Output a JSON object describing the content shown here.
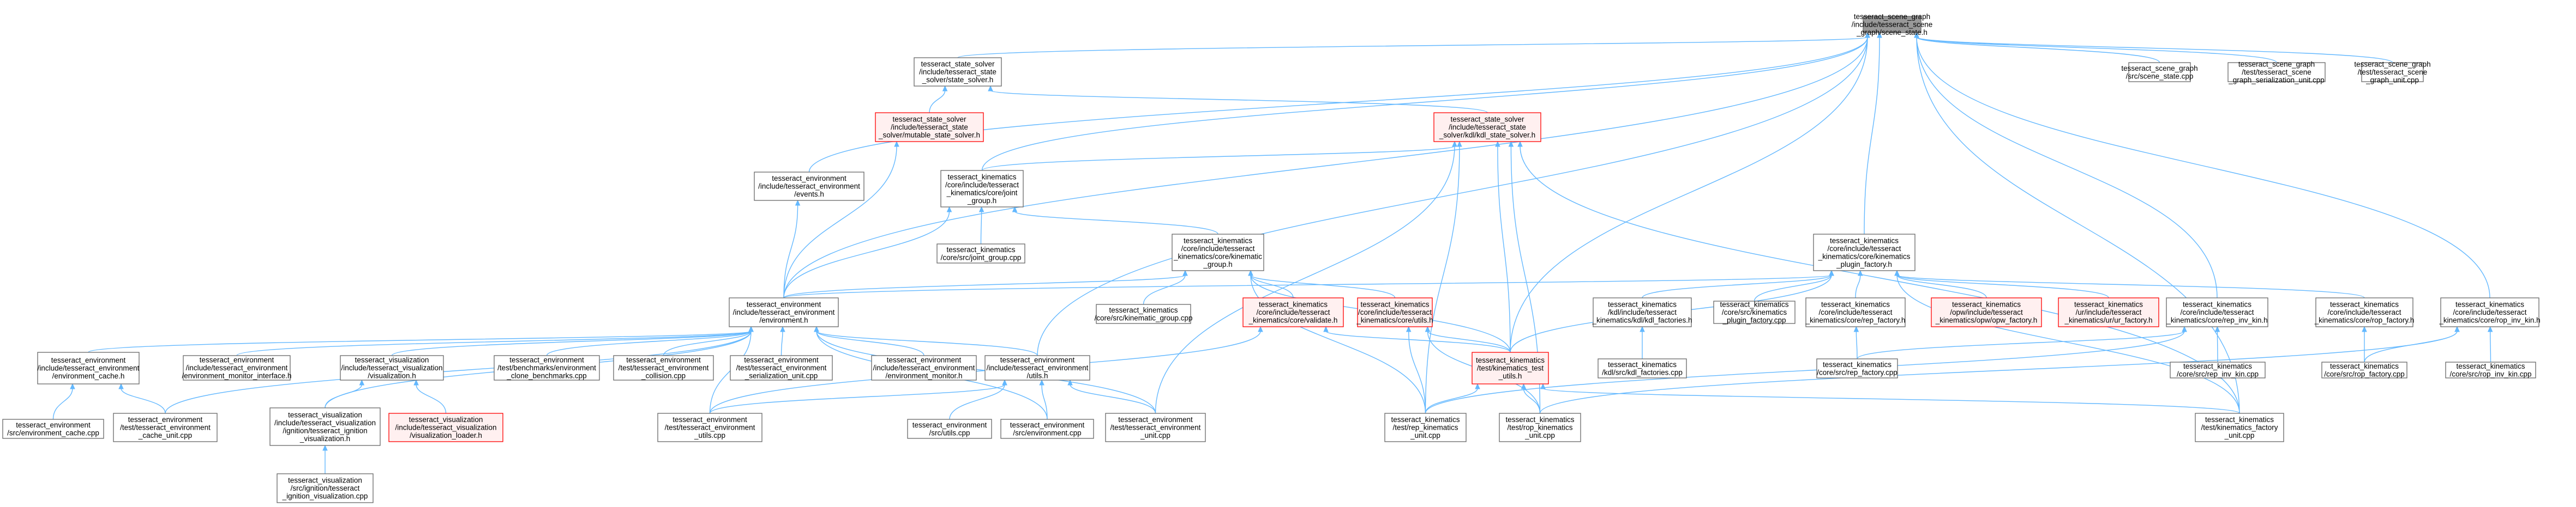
{
  "colors": {
    "edge": "#63b8ff",
    "normal_border": "#666666",
    "normal_fill": "#ffffff",
    "focus_fill": "#999999",
    "focus_border": "#666666",
    "red_border": "#ff0000",
    "red_fill": "#fff0f0"
  },
  "nodes": [
    {
      "id": "scene_state",
      "style": "focus",
      "lines": [
        "tesseract_scene_graph",
        "/include/tesseract_scene",
        "_graph/scene_state.h"
      ]
    },
    {
      "id": "state_solver",
      "style": "normal",
      "lines": [
        "tesseract_state_solver",
        "/include/tesseract_state",
        "_solver/state_solver.h"
      ]
    },
    {
      "id": "sg_scene_state_cpp",
      "style": "normal",
      "lines": [
        "tesseract_scene_graph",
        "/src/scene_state.cpp"
      ]
    },
    {
      "id": "sg_serialization_unit",
      "style": "normal",
      "lines": [
        "tesseract_scene_graph",
        "/test/tesseract_scene",
        "_graph_serialization_unit.cpp"
      ]
    },
    {
      "id": "sg_unit",
      "style": "normal",
      "lines": [
        "tesseract_scene_graph",
        "/test/tesseract_scene",
        "_graph_unit.cpp"
      ]
    },
    {
      "id": "mutable_state_solver",
      "style": "red",
      "lines": [
        "tesseract_state_solver",
        "/include/tesseract_state",
        "_solver/mutable_state_solver.h"
      ]
    },
    {
      "id": "kdl_state_solver",
      "style": "red",
      "lines": [
        "tesseract_state_solver",
        "/include/tesseract_state",
        "_solver/kdl/kdl_state_solver.h"
      ]
    },
    {
      "id": "env_events",
      "style": "normal",
      "lines": [
        "tesseract_environment",
        "/include/tesseract_environment",
        "/events.h"
      ]
    },
    {
      "id": "joint_group_h",
      "style": "normal",
      "lines": [
        "tesseract_kinematics",
        "/core/include/tesseract",
        "_kinematics/core/joint",
        "_group.h"
      ]
    },
    {
      "id": "joint_group_cpp",
      "style": "normal",
      "lines": [
        "tesseract_kinematics",
        "/core/src/joint_group.cpp"
      ]
    },
    {
      "id": "kinematic_group_h",
      "style": "normal",
      "lines": [
        "tesseract_kinematics",
        "/core/include/tesseract",
        "_kinematics/core/kinematic",
        "_group.h"
      ]
    },
    {
      "id": "kinematics_plugin_factory",
      "style": "normal",
      "lines": [
        "tesseract_kinematics",
        "/core/include/tesseract",
        "_kinematics/core/kinematics",
        "_plugin_factory.h"
      ]
    },
    {
      "id": "environment_h",
      "style": "normal",
      "lines": [
        "tesseract_environment",
        "/include/tesseract_environment",
        "/environment.h"
      ]
    },
    {
      "id": "kinematic_group_cpp",
      "style": "normal",
      "lines": [
        "tesseract_kinematics",
        "/core/src/kinematic_group.cpp"
      ]
    },
    {
      "id": "validate_h",
      "style": "red",
      "lines": [
        "tesseract_kinematics",
        "/core/include/tesseract",
        "_kinematics/core/validate.h"
      ]
    },
    {
      "id": "core_utils_h",
      "style": "red",
      "lines": [
        "tesseract_kinematics",
        "/core/include/tesseract",
        "_kinematics/core/utils.h"
      ]
    },
    {
      "id": "kdl_factories_h",
      "style": "normal",
      "lines": [
        "tesseract_kinematics",
        "/kdl/include/tesseract",
        "_kinematics/kdl/kdl_factories.h"
      ]
    },
    {
      "id": "kinematics_plugin_factory_cpp",
      "style": "normal",
      "lines": [
        "tesseract_kinematics",
        "/core/src/kinematics",
        "_plugin_factory.cpp"
      ]
    },
    {
      "id": "rep_factory_h",
      "style": "normal",
      "lines": [
        "tesseract_kinematics",
        "/core/include/tesseract",
        "_kinematics/core/rep_factory.h"
      ]
    },
    {
      "id": "opw_factory_h",
      "style": "red",
      "lines": [
        "tesseract_kinematics",
        "/opw/include/tesseract",
        "_kinematics/opw/opw_factory.h"
      ]
    },
    {
      "id": "ur_factory_h",
      "style": "red",
      "lines": [
        "tesseract_kinematics",
        "/ur/include/tesseract",
        "_kinematics/ur/ur_factory.h"
      ]
    },
    {
      "id": "rep_inv_kin_h",
      "style": "normal",
      "lines": [
        "tesseract_kinematics",
        "/core/include/tesseract",
        "_kinematics/core/rep_inv_kin.h"
      ]
    },
    {
      "id": "rop_factory_h",
      "style": "normal",
      "lines": [
        "tesseract_kinematics",
        "/core/include/tesseract",
        "_kinematics/core/rop_factory.h"
      ]
    },
    {
      "id": "rop_inv_kin_h",
      "style": "normal",
      "lines": [
        "tesseract_kinematics",
        "/core/include/tesseract",
        "_kinematics/core/rop_inv_kin.h"
      ]
    },
    {
      "id": "env_cache_h",
      "style": "normal",
      "lines": [
        "tesseract_environment",
        "/include/tesseract_environment",
        "/environment_cache.h"
      ]
    },
    {
      "id": "env_monitor_interface",
      "style": "normal",
      "lines": [
        "tesseract_environment",
        "/include/tesseract_environment",
        "/environment_monitor_interface.h"
      ]
    },
    {
      "id": "vis_visualization_h",
      "style": "normal",
      "lines": [
        "tesseract_visualization",
        "/include/tesseract_visualization",
        "/visualization.h"
      ]
    },
    {
      "id": "bench_clone",
      "style": "normal",
      "lines": [
        "tesseract_environment",
        "/test/benchmarks/environment",
        "_clone_benchmarks.cpp"
      ]
    },
    {
      "id": "env_collision",
      "style": "normal",
      "lines": [
        "tesseract_environment",
        "/test/tesseract_environment",
        "_collision.cpp"
      ]
    },
    {
      "id": "env_serialization_unit",
      "style": "normal",
      "lines": [
        "tesseract_environment",
        "/test/tesseract_environment",
        "_serialization_unit.cpp"
      ]
    },
    {
      "id": "env_monitor_h",
      "style": "normal",
      "lines": [
        "tesseract_environment",
        "/include/tesseract_environment",
        "/environment_monitor.h"
      ]
    },
    {
      "id": "env_utils_h",
      "style": "normal",
      "lines": [
        "tesseract_environment",
        "/include/tesseract_environment",
        "/utils.h"
      ]
    },
    {
      "id": "kinematics_test_utils_h",
      "style": "red",
      "lines": [
        "tesseract_kinematics",
        "/test/kinematics_test",
        "_utils.h"
      ]
    },
    {
      "id": "kdl_factories_cpp",
      "style": "normal",
      "lines": [
        "tesseract_kinematics",
        "/kdl/src/kdl_factories.cpp"
      ]
    },
    {
      "id": "rep_factory_cpp",
      "style": "normal",
      "lines": [
        "tesseract_kinematics",
        "/core/src/rep_factory.cpp"
      ]
    },
    {
      "id": "rep_inv_kin_cpp",
      "style": "normal",
      "lines": [
        "tesseract_kinematics",
        "/core/src/rep_inv_kin.cpp"
      ]
    },
    {
      "id": "rop_factory_cpp",
      "style": "normal",
      "lines": [
        "tesseract_kinematics",
        "/core/src/rop_factory.cpp"
      ]
    },
    {
      "id": "rop_inv_kin_cpp",
      "style": "normal",
      "lines": [
        "tesseract_kinematics",
        "/core/src/rop_inv_kin.cpp"
      ]
    },
    {
      "id": "env_cache_cpp",
      "style": "normal",
      "lines": [
        "tesseract_environment",
        "/src/environment_cache.cpp"
      ]
    },
    {
      "id": "env_cache_unit",
      "style": "normal",
      "lines": [
        "tesseract_environment",
        "/test/tesseract_environment",
        "_cache_unit.cpp"
      ]
    },
    {
      "id": "ignition_visualization_h",
      "style": "normal",
      "lines": [
        "tesseract_visualization",
        "/include/tesseract_visualization",
        "/ignition/tesseract_ignition",
        "_visualization.h"
      ]
    },
    {
      "id": "visualization_loader_h",
      "style": "red",
      "lines": [
        "tesseract_visualization",
        "/include/tesseract_visualization",
        "/visualization_loader.h"
      ]
    },
    {
      "id": "env_utils_cpp",
      "style": "normal",
      "lines": [
        "tesseract_environment",
        "/test/tesseract_environment",
        "_utils.cpp"
      ]
    },
    {
      "id": "src_utils_cpp",
      "style": "normal",
      "lines": [
        "tesseract_environment",
        "/src/utils.cpp"
      ]
    },
    {
      "id": "src_environment_cpp",
      "style": "normal",
      "lines": [
        "tesseract_environment",
        "/src/environment.cpp"
      ]
    },
    {
      "id": "env_unit",
      "style": "normal",
      "lines": [
        "tesseract_environment",
        "/test/tesseract_environment",
        "_unit.cpp"
      ]
    },
    {
      "id": "rep_kinematics_unit",
      "style": "normal",
      "lines": [
        "tesseract_kinematics",
        "/test/rep_kinematics",
        "_unit.cpp"
      ]
    },
    {
      "id": "rop_kinematics_unit",
      "style": "normal",
      "lines": [
        "tesseract_kinematics",
        "/test/rop_kinematics",
        "_unit.cpp"
      ]
    },
    {
      "id": "kinematics_factory_unit",
      "style": "normal",
      "lines": [
        "tesseract_kinematics",
        "/test/kinematics_factory",
        "_unit.cpp"
      ]
    },
    {
      "id": "ignition_visualization_cpp",
      "style": "normal",
      "lines": [
        "tesseract_visualization",
        "/src/ignition/tesseract",
        "_ignition_visualization.cpp"
      ]
    }
  ],
  "edges": [
    [
      "state_solver",
      "scene_state"
    ],
    [
      "sg_scene_state_cpp",
      "scene_state"
    ],
    [
      "sg_serialization_unit",
      "scene_state"
    ],
    [
      "sg_unit",
      "scene_state"
    ],
    [
      "mutable_state_solver",
      "state_solver"
    ],
    [
      "kdl_state_solver",
      "state_solver"
    ],
    [
      "env_events",
      "scene_state"
    ],
    [
      "joint_group_h",
      "scene_state"
    ],
    [
      "kinematics_plugin_factory",
      "scene_state"
    ],
    [
      "environment_h",
      "scene_state"
    ],
    [
      "rep_inv_kin_h",
      "scene_state"
    ],
    [
      "rop_inv_kin_h",
      "scene_state"
    ],
    [
      "kinematics_test_utils_h",
      "scene_state"
    ],
    [
      "kinematics_factory_unit",
      "scene_state"
    ],
    [
      "env_utils_h",
      "scene_state"
    ],
    [
      "environment_h",
      "mutable_state_solver"
    ],
    [
      "joint_group_h",
      "kdl_state_solver"
    ],
    [
      "kinematics_test_utils_h",
      "kdl_state_solver"
    ],
    [
      "rep_kinematics_unit",
      "kdl_state_solver"
    ],
    [
      "rop_kinematics_unit",
      "kdl_state_solver"
    ],
    [
      "env_unit",
      "kdl_state_solver"
    ],
    [
      "kinematics_factory_unit",
      "kdl_state_solver"
    ],
    [
      "environment_h",
      "env_events"
    ],
    [
      "joint_group_cpp",
      "joint_group_h"
    ],
    [
      "kinematic_group_h",
      "joint_group_h"
    ],
    [
      "environment_h",
      "joint_group_h"
    ],
    [
      "environment_h",
      "kinematic_group_h"
    ],
    [
      "kinematic_group_cpp",
      "kinematic_group_h"
    ],
    [
      "validate_h",
      "kinematic_group_h"
    ],
    [
      "core_utils_h",
      "kinematic_group_h"
    ],
    [
      "kinematics_test_utils_h",
      "kinematic_group_h"
    ],
    [
      "rep_kinematics_unit",
      "kinematic_group_h"
    ],
    [
      "kdl_factories_h",
      "kinematics_plugin_factory"
    ],
    [
      "kinematics_plugin_factory_cpp",
      "kinematics_plugin_factory"
    ],
    [
      "rep_factory_h",
      "kinematics_plugin_factory"
    ],
    [
      "opw_factory_h",
      "kinematics_plugin_factory"
    ],
    [
      "ur_factory_h",
      "kinematics_plugin_factory"
    ],
    [
      "rop_factory_h",
      "kinematics_plugin_factory"
    ],
    [
      "kinematics_test_utils_h",
      "kinematics_plugin_factory"
    ],
    [
      "environment_h",
      "kinematics_plugin_factory"
    ],
    [
      "kinematics_factory_unit",
      "kinematics_plugin_factory"
    ],
    [
      "env_cache_h",
      "environment_h"
    ],
    [
      "env_monitor_interface",
      "environment_h"
    ],
    [
      "vis_visualization_h",
      "environment_h"
    ],
    [
      "bench_clone",
      "environment_h"
    ],
    [
      "env_collision",
      "environment_h"
    ],
    [
      "env_serialization_unit",
      "environment_h"
    ],
    [
      "env_monitor_h",
      "environment_h"
    ],
    [
      "env_utils_h",
      "environment_h"
    ],
    [
      "env_cache_unit",
      "environment_h"
    ],
    [
      "env_utils_cpp",
      "environment_h"
    ],
    [
      "src_environment_cpp",
      "environment_h"
    ],
    [
      "env_unit",
      "environment_h"
    ],
    [
      "ignition_visualization_h",
      "environment_h"
    ],
    [
      "env_utils_cpp",
      "validate_h"
    ],
    [
      "kinematics_test_utils_h",
      "validate_h"
    ],
    [
      "kinematics_test_utils_h",
      "core_utils_h"
    ],
    [
      "rep_kinematics_unit",
      "core_utils_h"
    ],
    [
      "rop_kinematics_unit",
      "core_utils_h"
    ],
    [
      "kdl_factories_cpp",
      "kdl_factories_h"
    ],
    [
      "rep_factory_cpp",
      "rep_factory_h"
    ],
    [
      "rep_factory_cpp",
      "rep_inv_kin_h"
    ],
    [
      "rep_inv_kin_cpp",
      "rep_inv_kin_h"
    ],
    [
      "rep_kinematics_unit",
      "rep_inv_kin_h"
    ],
    [
      "rop_factory_cpp",
      "rop_factory_h"
    ],
    [
      "rop_factory_cpp",
      "rop_inv_kin_h"
    ],
    [
      "rop_inv_kin_cpp",
      "rop_inv_kin_h"
    ],
    [
      "rop_kinematics_unit",
      "rop_inv_kin_h"
    ],
    [
      "env_cache_cpp",
      "env_cache_h"
    ],
    [
      "env_cache_unit",
      "env_cache_h"
    ],
    [
      "ignition_visualization_h",
      "vis_visualization_h"
    ],
    [
      "visualization_loader_h",
      "vis_visualization_h"
    ],
    [
      "ignition_visualization_cpp",
      "ignition_visualization_h"
    ],
    [
      "env_utils_cpp",
      "env_utils_h"
    ],
    [
      "src_utils_cpp",
      "env_utils_h"
    ],
    [
      "src_environment_cpp",
      "env_utils_h"
    ],
    [
      "env_unit",
      "env_utils_h"
    ],
    [
      "rep_kinematics_unit",
      "kinematics_test_utils_h"
    ],
    [
      "rop_kinematics_unit",
      "kinematics_test_utils_h"
    ],
    [
      "kinematics_factory_unit",
      "kinematics_test_utils_h"
    ]
  ]
}
